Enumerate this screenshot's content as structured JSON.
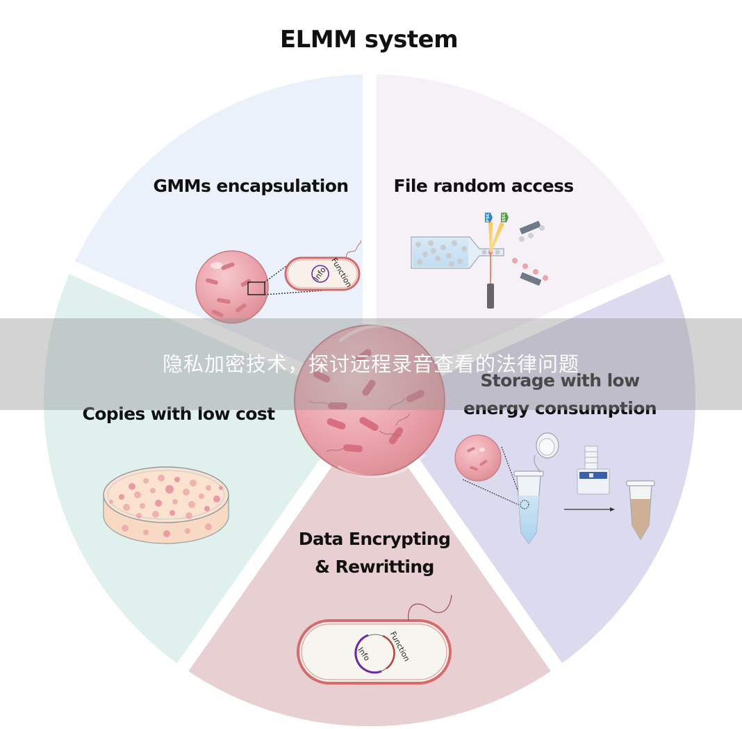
{
  "title": "ELMM system",
  "colors": {
    "gmms": "#eaf1fa",
    "file_access": "#f5f1f7",
    "storage": "#dcdaee",
    "encrypting": "#e8cfd1",
    "copies": "#dff0ed",
    "cell_pink": "#e8a3ab",
    "cell_border": "#d77b80",
    "info_arc": "#6a2aa8",
    "function_arc": "#b2403c",
    "banner_text": "#ffffff"
  },
  "sectors": [
    {
      "key": "gmms",
      "label": "GMMs encapsulation",
      "plasmid_info": "Info",
      "plasmid_function": "Function"
    },
    {
      "key": "file_access",
      "label": "File random access",
      "detector_1": "FSC",
      "detector_2": "SSC",
      "plate_neg": "−",
      "plate_pos": "+"
    },
    {
      "key": "storage",
      "label_line1": "Storage with low",
      "label_line2": "energy consumption"
    },
    {
      "key": "encrypting",
      "label_line1": "Data Encrypting",
      "label_line2": "& Rewritting",
      "plasmid_info": "Info",
      "plasmid_function": "Function"
    },
    {
      "key": "copies",
      "label": "Copies with low cost"
    }
  ],
  "banner": {
    "text": "隐私加密技术，探讨远程录音查看的法律问题"
  }
}
